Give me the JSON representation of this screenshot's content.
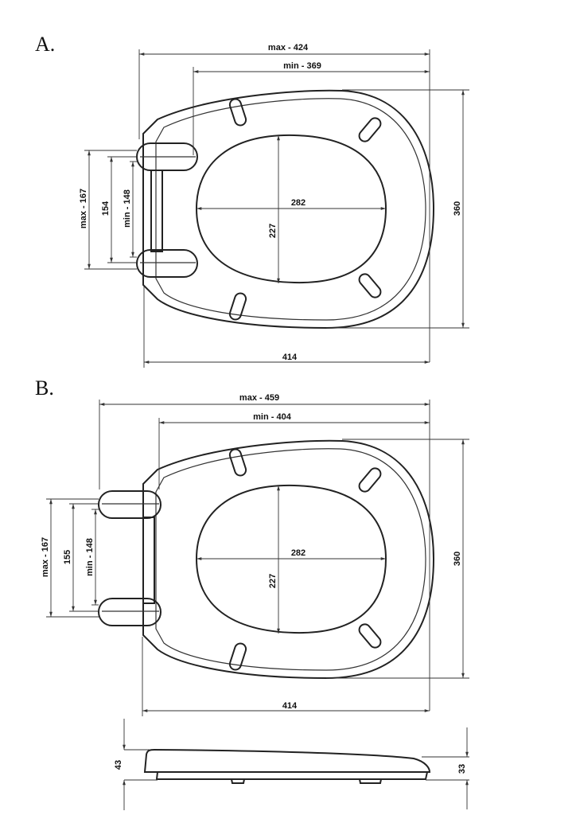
{
  "drawing_a": {
    "label": "A.",
    "overall_max": "max - 424",
    "overall_min": "min - 369",
    "length": "360",
    "width": "414",
    "hole_width": "282",
    "hole_length": "227",
    "hinge_max": "max - 167",
    "hinge_nominal": "154",
    "hinge_min": "min - 148"
  },
  "drawing_b": {
    "label": "B.",
    "overall_max": "max - 459",
    "overall_min": "min - 404",
    "length": "360",
    "width": "414",
    "hole_width": "282",
    "hole_length": "227",
    "hinge_max": "max - 167",
    "hinge_nominal": "155",
    "hinge_min": "min - 148"
  },
  "side_view": {
    "max_height": "43",
    "front_height": "33"
  }
}
